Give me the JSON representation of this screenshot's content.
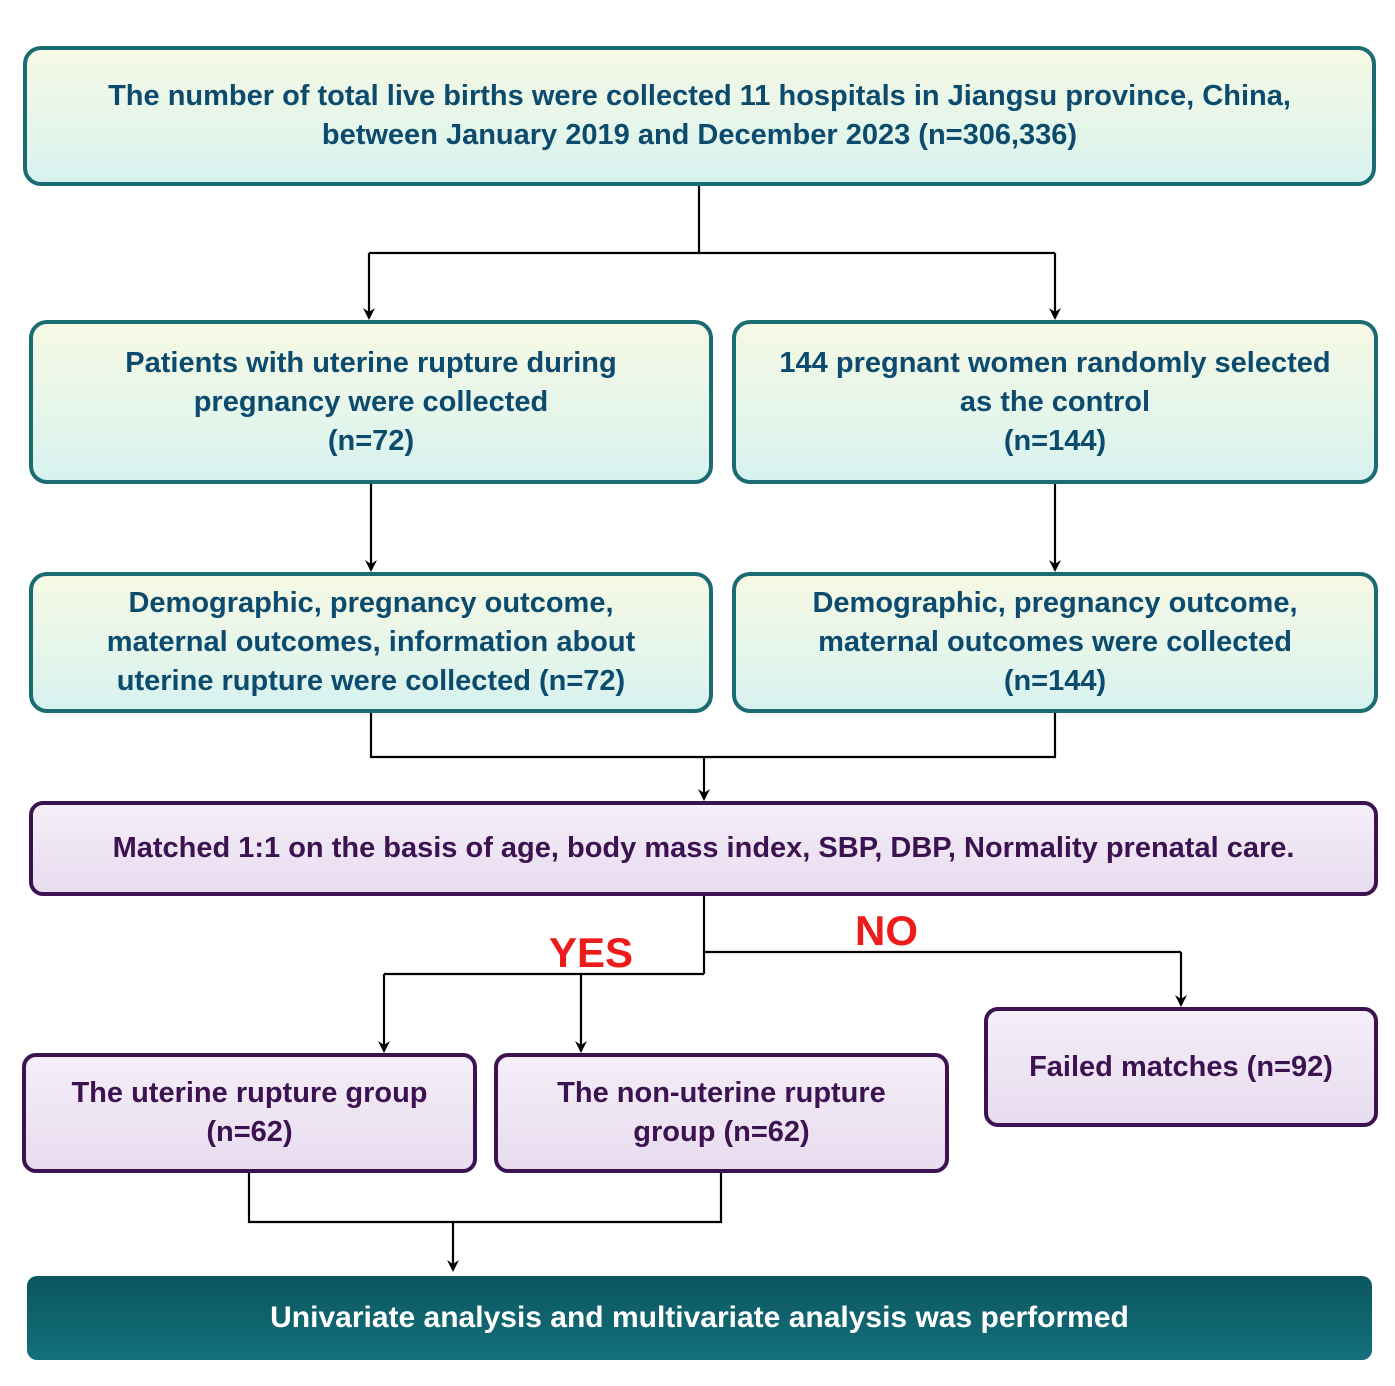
{
  "flowchart": {
    "boxes": {
      "total_births": "The number of total live births were collected 11 hospitals in Jiangsu province, China,\nbetween January 2019 and December 2023 (n=306,336)",
      "rupture_patients": "Patients with uterine rupture during\npregnancy were collected\n(n=72)",
      "control_women": "144 pregnant women randomly selected\nas the control\n(n=144)",
      "rupture_data": "Demographic, pregnancy outcome,\nmaternal outcomes, information about\nuterine rupture were collected (n=72)",
      "control_data": "Demographic, pregnancy outcome,\nmaternal outcomes were collected\n(n=144)",
      "matching": "Matched 1:1 on the basis of age, body mass index, SBP, DBP, Normality prenatal care.",
      "rupture_group": "The uterine rupture group\n(n=62)",
      "non_rupture_group": "The non-uterine rupture\ngroup (n=62)",
      "failed_matches": "Failed matches (n=92)",
      "analysis": "Univariate analysis and multivariate analysis was performed"
    },
    "decision_labels": {
      "yes": "YES",
      "no": "NO"
    },
    "colors": {
      "teal_border": "#1b6b72",
      "teal_text": "#0c4b6e",
      "purple_border": "#3d1250",
      "purple_text": "#3d1250",
      "final_fill": "#0e6470",
      "decision_label": "#ee1b1b",
      "connector": "#000000"
    }
  }
}
